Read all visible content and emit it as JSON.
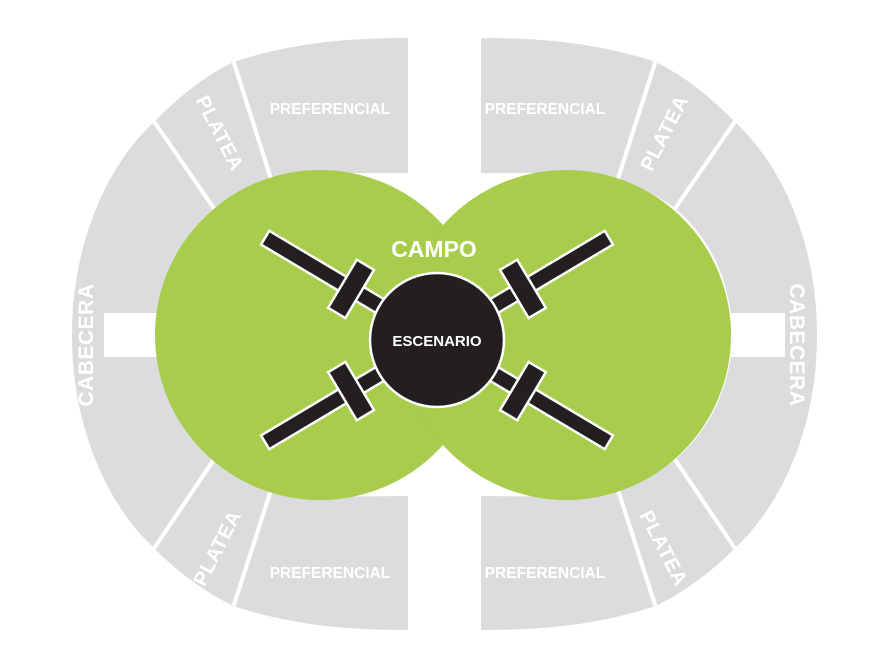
{
  "colors": {
    "seating": "#dcdcde",
    "field": "#a8cc4b",
    "stage": "#231f20",
    "label": "#ffffff"
  },
  "sections": {
    "preferencial_top_left": "PREFERENCIAL",
    "preferencial_top_right": "PREFERENCIAL",
    "preferencial_bottom_left": "PREFERENCIAL",
    "preferencial_bottom_right": "PREFERENCIAL",
    "platea_top_left": "PLATEA",
    "platea_top_right": "PLATEA",
    "platea_bottom_left": "PLATEA",
    "platea_bottom_right": "PLATEA",
    "cabecera_left": "CABECERA",
    "cabecera_right": "CABECERA"
  },
  "field": {
    "label": "CAMPO"
  },
  "stage": {
    "label": "ESCENARIO"
  }
}
